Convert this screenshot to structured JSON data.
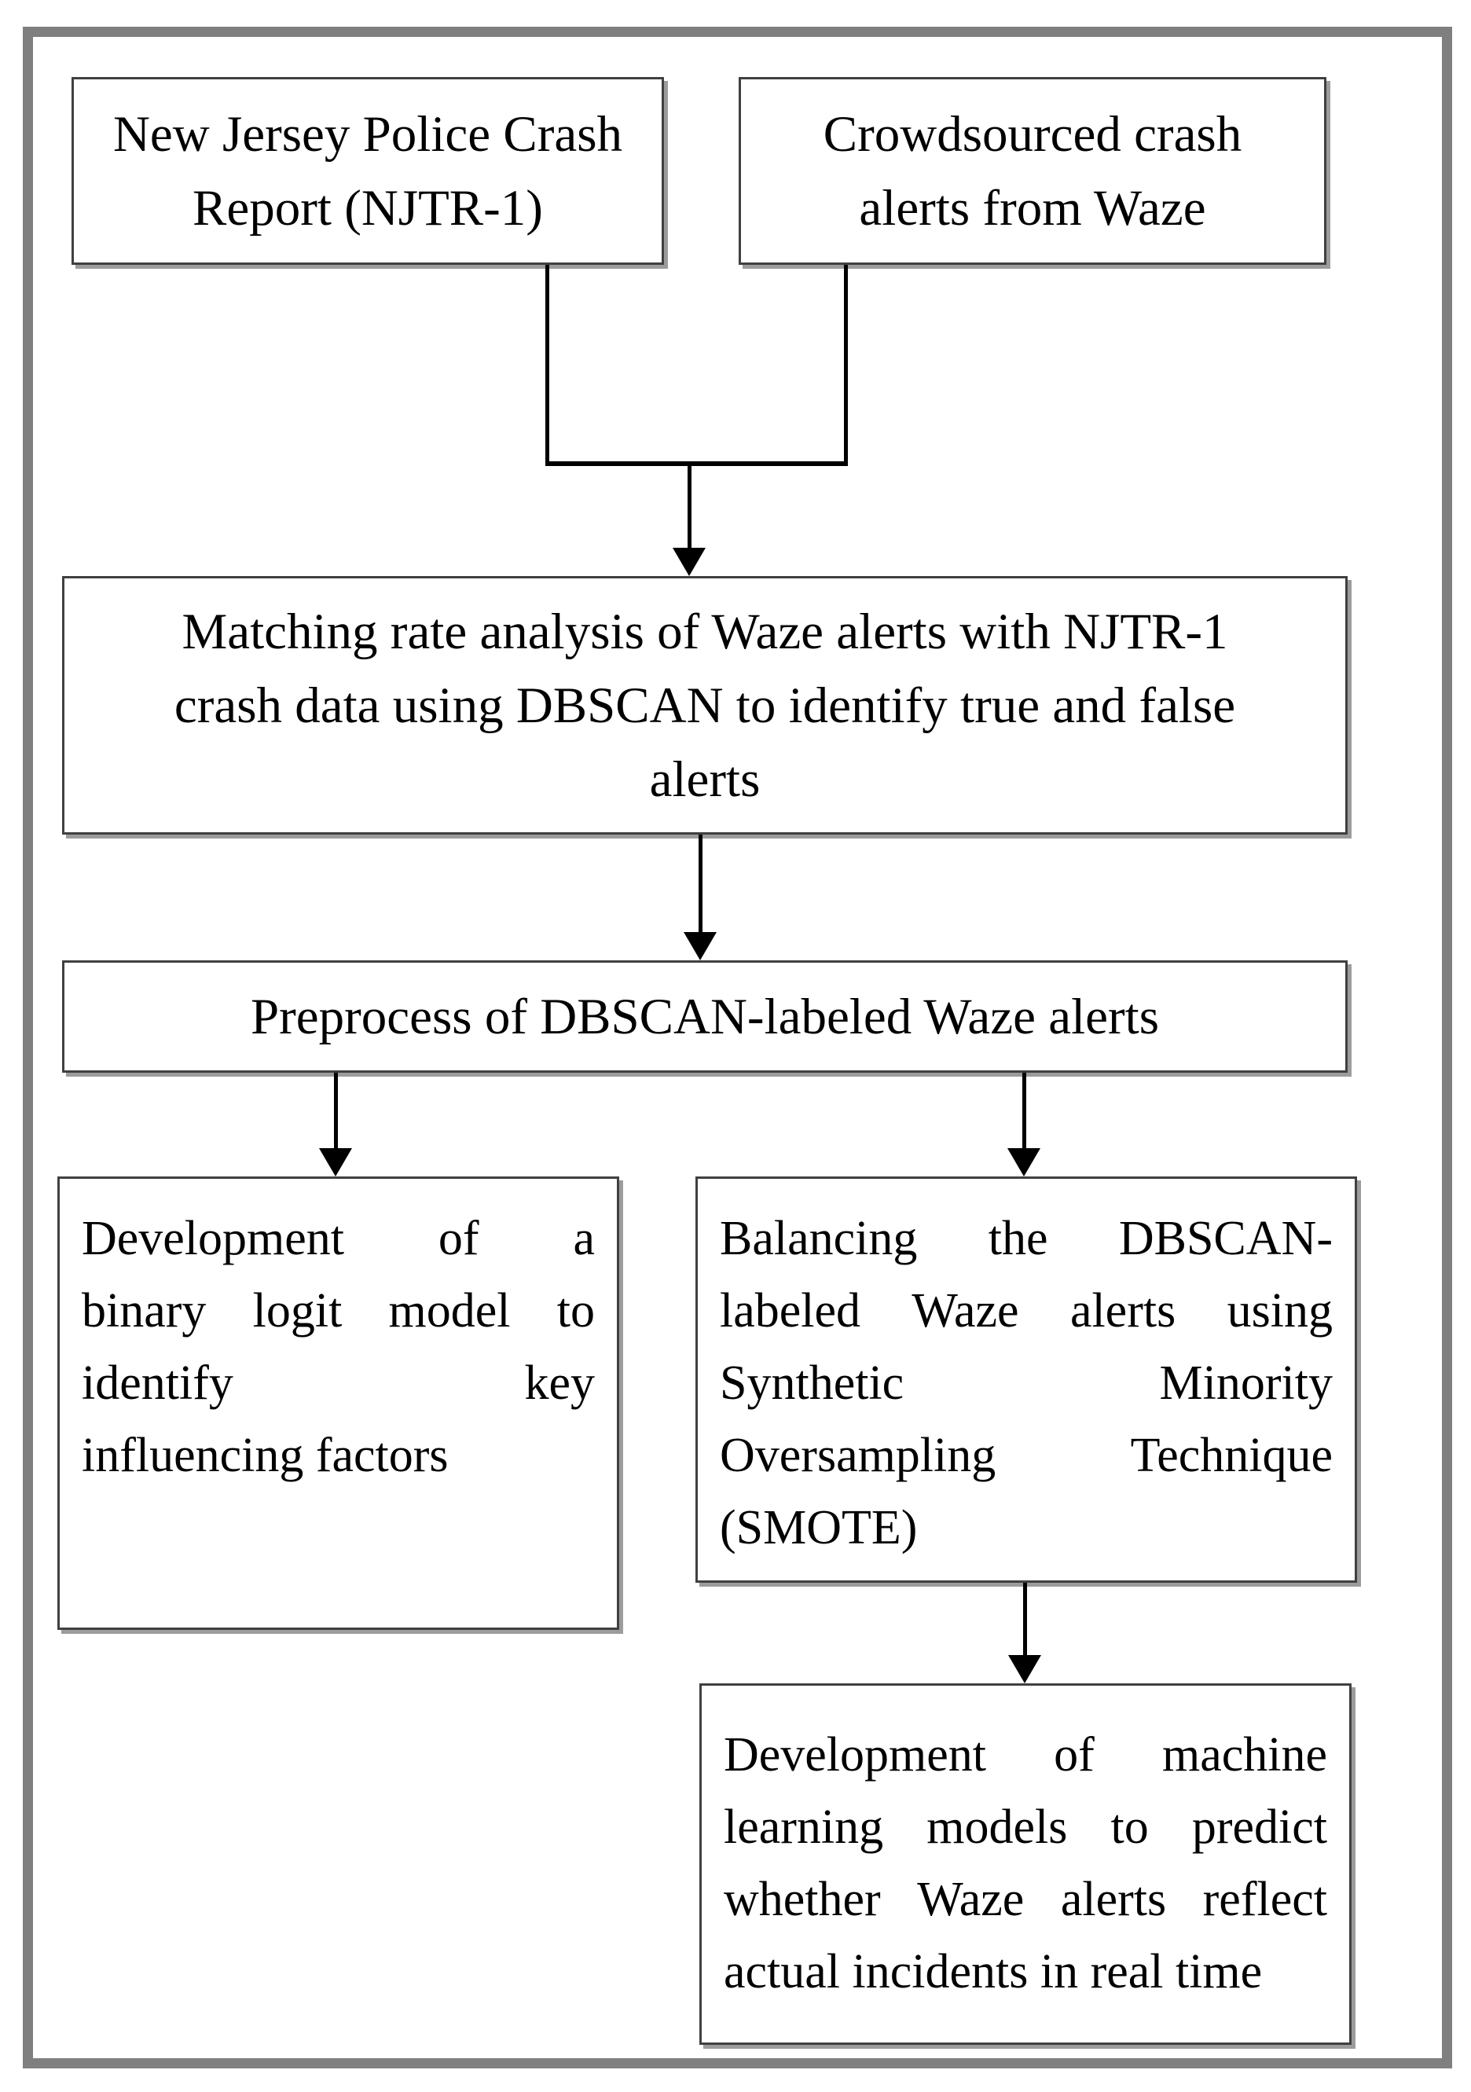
{
  "diagram": {
    "type": "flowchart",
    "colors": {
      "background": "#ffffff",
      "frame_gray": "#7f7f7f",
      "box_border": "#404040",
      "box_shadow": "#9c9c9c",
      "connector": "#000000",
      "text": "#000000"
    },
    "boxes": {
      "njtr1": {
        "lines": [
          "New Jersey Police Crash",
          "Report (NJTR-1)"
        ]
      },
      "waze": {
        "lines": [
          "Crowdsourced crash",
          "alerts from Waze"
        ]
      },
      "matching": {
        "lines": [
          "Matching rate analysis of Waze alerts with NJTR-1",
          "crash data using DBSCAN to identify true and false",
          "alerts"
        ]
      },
      "preprocess": {
        "lines": [
          "Preprocess of DBSCAN-labeled Waze alerts"
        ]
      },
      "logit": {
        "lines": [
          "Development of a",
          "binary logit model to",
          "identify key",
          "influencing factors"
        ]
      },
      "smote": {
        "lines": [
          "Balancing the DBSCAN-",
          "labeled Waze alerts using",
          "Synthetic Minority",
          "Oversampling Technique",
          "(SMOTE)"
        ]
      },
      "ml": {
        "lines": [
          "Development of machine",
          "learning models to predict",
          "whether Waze alerts reflect",
          "actual incidents in real time"
        ]
      }
    }
  }
}
